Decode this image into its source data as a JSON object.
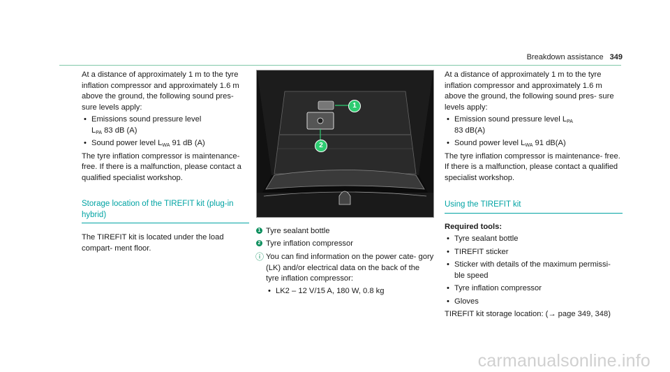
{
  "header": {
    "title": "Breakdown assistance",
    "page_number": "349"
  },
  "col1": {
    "intro": "At a distance of approximately 1 m to the tyre inflation compressor and approximately 1.6 m above the ground, the following sound pres- sure levels apply:",
    "items": [
      {
        "text_a": "Emissions sound pressure level",
        "sym": "L",
        "sub": "PA",
        "text_b": " 83 dB (A)"
      },
      {
        "text_a": "Sound power level ",
        "sym": "L",
        "sub": "WA",
        "text_b": " 91 dB (A)"
      }
    ],
    "maintenance": "The tyre inflation compressor is maintenance- free. If there is a malfunction, please contact a qualified specialist workshop.",
    "section_title": "Storage location of the TIREFIT kit (plug-in hybrid)",
    "location_text": "The TIREFIT kit is located under the load compart- ment floor."
  },
  "col2": {
    "legend": [
      {
        "num": "1",
        "text": "Tyre sealant bottle"
      },
      {
        "num": "2",
        "text": "Tyre inflation compressor"
      }
    ],
    "info_icon": "info-icon",
    "info_text": "You can find information on the power cate- gory (LK) and/or electrical data on the back of the tyre inflation compressor:",
    "info_items": [
      "LK2 – 12 V/15 A, 180 W, 0.8 kg"
    ]
  },
  "col3": {
    "intro": "At a distance of approximately 1 m to the tyre inflation compressor and approximately 1.6 m above the ground, the following sound pres- sure levels apply:",
    "item1_text": "Emission sound pressure level ",
    "item1_sym": "L",
    "item1_sub": "PA",
    "item1_value": "83 dB(A)",
    "item2_text": "Sound power level ",
    "item2_sym": "L",
    "item2_sub": "WA",
    "item2_value": " 91 dB(A)",
    "maintenance": "The tyre inflation compressor is maintenance- free. If there is a malfunction, please contact a qualified specialist workshop.",
    "section_title": "Using the TIREFIT kit",
    "tools_label": "Required tools:",
    "tools": [
      "Tyre sealant bottle",
      "TIREFIT sticker",
      "Sticker with details of the maximum permissi- ble speed",
      "Tyre inflation compressor",
      "Gloves"
    ],
    "storage_ref": "TIREFIT kit storage location: (→ page 349, 348)"
  },
  "watermark": "carmanualsonline.info",
  "colors": {
    "accent": "#00a3a3",
    "badge": "#0d8f5e",
    "rule": "#7fc7a9"
  }
}
